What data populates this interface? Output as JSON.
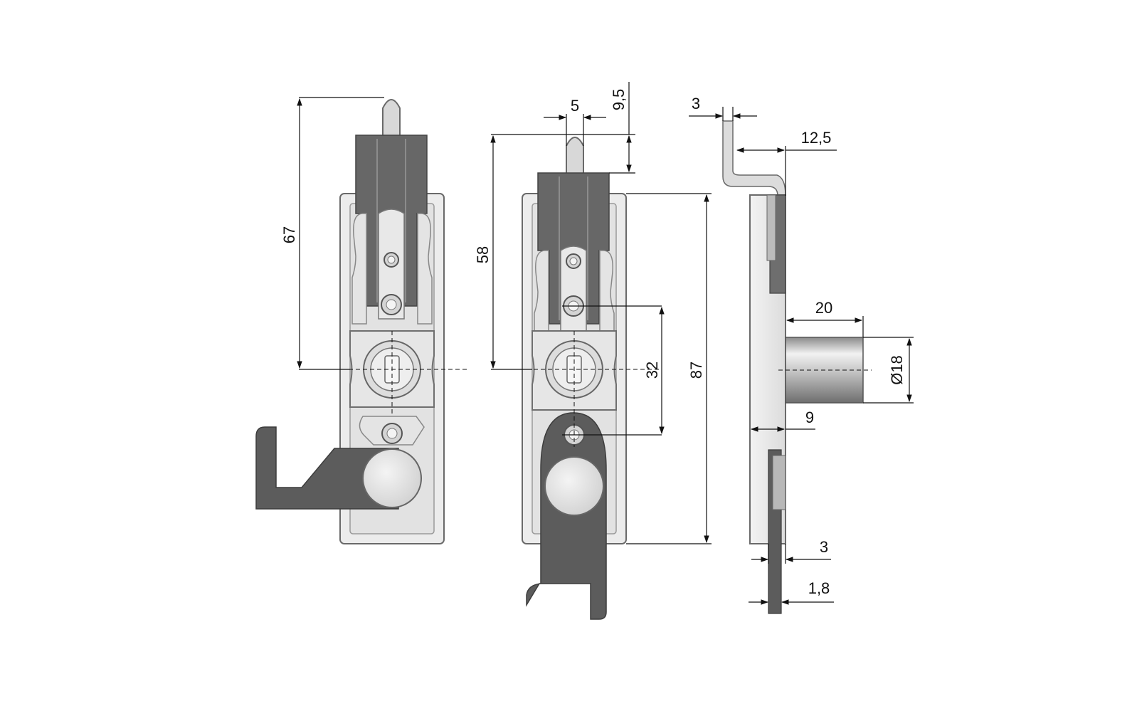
{
  "drawing": {
    "views": [
      "front-view-latched",
      "front-view-open",
      "side-view"
    ],
    "dimensions": {
      "height_67": "67",
      "width_5": "5",
      "offset_9_5": "9,5",
      "height_58": "58",
      "height_32": "32",
      "height_87": "87",
      "thickness_3_top": "3",
      "offset_12_5": "12,5",
      "length_20": "20",
      "diameter_18": "Ø18",
      "offset_9": "9",
      "thickness_3_bottom": "3",
      "thickness_1_8": "1,8"
    },
    "colors": {
      "housing": "#ececec",
      "housing_inner": "#dedede",
      "hook": "#5c5c5c",
      "dark_part": "#676767",
      "metal": "#d6d6d6",
      "cylinder_light": "#e9e9e9",
      "cylinder_dark": "#7d7d7d"
    }
  }
}
